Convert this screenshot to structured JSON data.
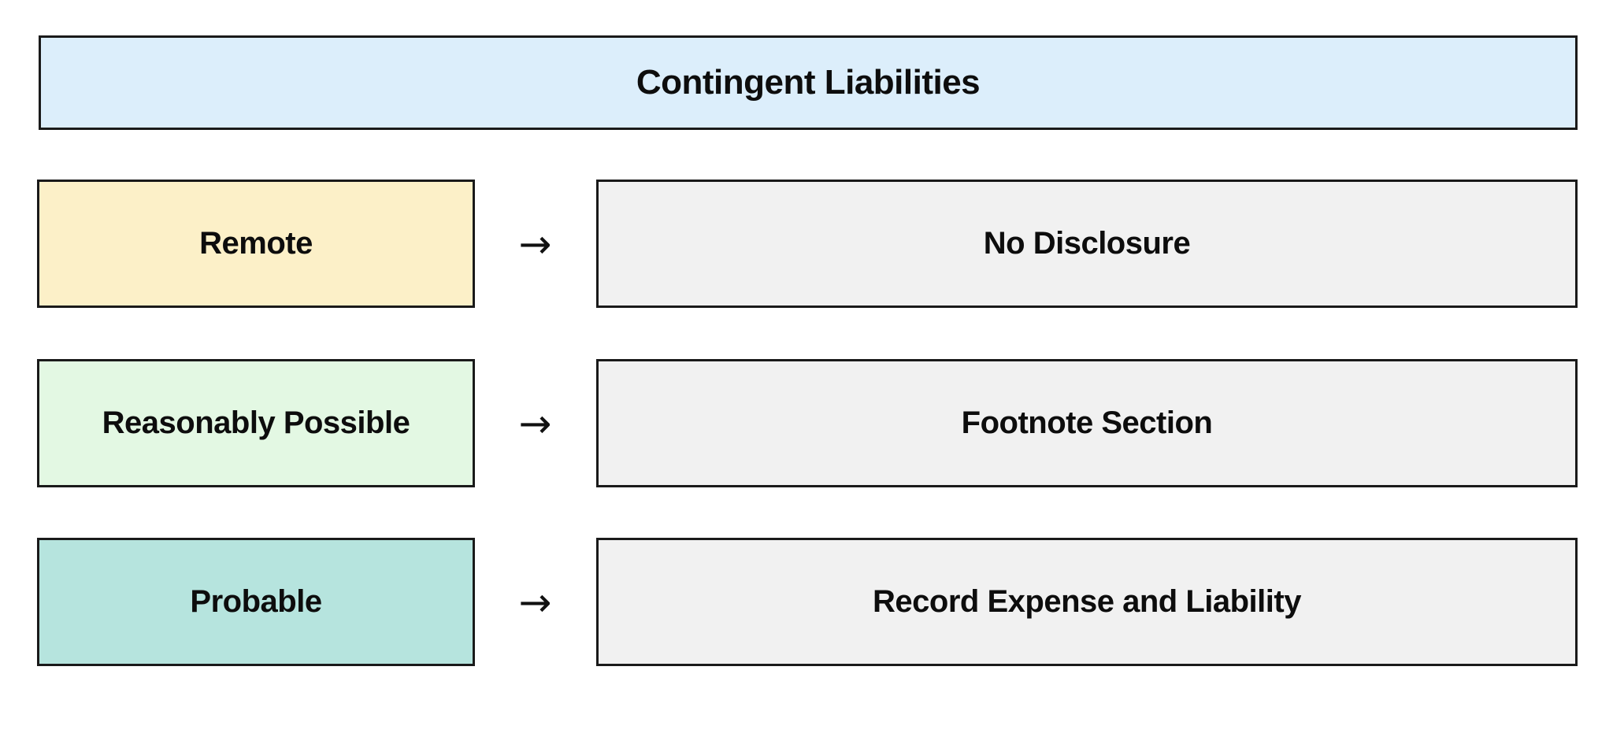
{
  "diagram": {
    "title": "Contingent Liabilities",
    "arrow_glyph": "→",
    "rows": [
      {
        "condition": "Remote",
        "treatment": "No Disclosure"
      },
      {
        "condition": "Reasonably Possible",
        "treatment": "Footnote Section"
      },
      {
        "condition": "Probable",
        "treatment": "Record Expense and Liability"
      }
    ]
  },
  "colors": {
    "title-bg": "#dceefb",
    "remote-bg": "#fcf0c8",
    "possible-bg": "#e3f8e3",
    "probable-bg": "#b6e4de",
    "treatment-bg": "#f1f1f1",
    "border": "#1a1a1a"
  }
}
